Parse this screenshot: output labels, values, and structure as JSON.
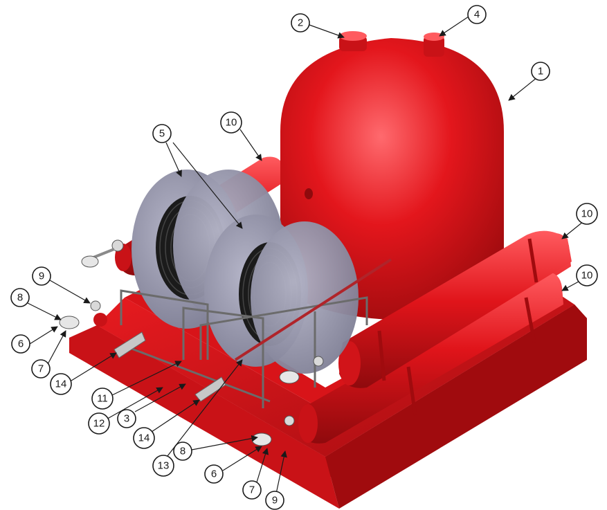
{
  "figure": {
    "colors": {
      "body_red": "#e0141a",
      "dark_red": "#a80d10",
      "highlight_red": "#ff5a5e",
      "reel_grey": "#9b9bb0",
      "hose_black": "#1b1b1b",
      "frame_grey": "#8a8a8a",
      "leader": "#1a1a1a"
    },
    "callouts": [
      {
        "id": "c1",
        "label": "1"
      },
      {
        "id": "c2",
        "label": "2"
      },
      {
        "id": "c3",
        "label": "3"
      },
      {
        "id": "c4",
        "label": "4"
      },
      {
        "id": "c5",
        "label": "5"
      },
      {
        "id": "c6a",
        "label": "6"
      },
      {
        "id": "c6b",
        "label": "6"
      },
      {
        "id": "c7a",
        "label": "7"
      },
      {
        "id": "c7b",
        "label": "7"
      },
      {
        "id": "c8a",
        "label": "8"
      },
      {
        "id": "c8b",
        "label": "8"
      },
      {
        "id": "c9a",
        "label": "9"
      },
      {
        "id": "c9b",
        "label": "9"
      },
      {
        "id": "c10a",
        "label": "10"
      },
      {
        "id": "c10b",
        "label": "10"
      },
      {
        "id": "c10c",
        "label": "10"
      },
      {
        "id": "c11",
        "label": "11"
      },
      {
        "id": "c12",
        "label": "12"
      },
      {
        "id": "c13",
        "label": "13"
      },
      {
        "id": "c14a",
        "label": "14"
      },
      {
        "id": "c14b",
        "label": "14"
      }
    ]
  }
}
